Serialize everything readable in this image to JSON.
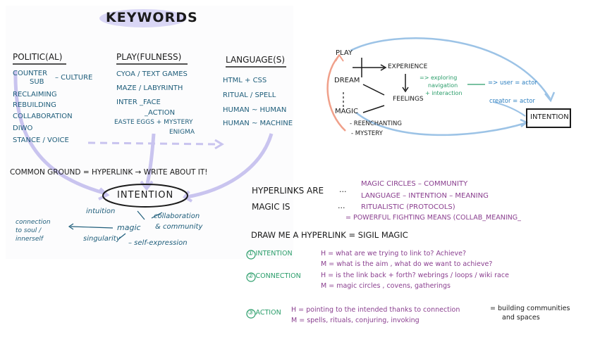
{
  "keywords": {
    "title": "KEYWORDS",
    "politic": {
      "heading": "POLITIC(AL)",
      "items": [
        "COUNTER",
        "SUB",
        "– CULTURE",
        "RECLAIMING",
        "REBUILDING",
        "COLLABORATION",
        "DIWO",
        "STANCE / VOICE"
      ]
    },
    "play": {
      "heading": "PLAY(FULNESS)",
      "items": [
        "CYOA / TEXT GAMES",
        "MAZE / LABYRINTH",
        "INTER _FACE",
        "_ACTION",
        "EASTE EGGS + MYSTERY",
        "ENIGMA"
      ]
    },
    "language": {
      "heading": "LANGUAGE(S)",
      "items": [
        "HTML + CSS",
        "RITUAL / SPELL",
        "HUMAN ~ HUMAN",
        "HUMAN ~ MACHINE"
      ]
    },
    "common_ground": "COMMON GROUND = HYPERLINK → WRITE ABOUT IT!",
    "intention": "INTENTION",
    "bottom": {
      "intuition": "intuition",
      "collab": "collaboration",
      "community": "& community",
      "magic": "magic",
      "connection": "connection",
      "to_soul": "to soul /",
      "innerself": "innerself",
      "singularity": "singularity",
      "self_expression": "– self-expression"
    }
  },
  "diagram": {
    "play": "PLAY",
    "dream": "DREAM",
    "magic": "MAGIC",
    "experience": "EXPERIENCE",
    "feelings": "FEELINGS",
    "exploring": "=> exploring",
    "navigation": "navigation",
    "interaction": "+ interaction",
    "user_actor": "=> user = actor",
    "creator_actor": "creator = actor",
    "reenchanting": "- REENCHANTING",
    "mystery": "- MYSTERY",
    "intention": "INTENTION"
  },
  "notes": {
    "hyperlinks_are": "HYPERLINKS ARE",
    "magic_is": "MAGIC IS",
    "dots1": "...",
    "dots2": "...",
    "r1": "MAGIC CIRCLES – COMMUNITY",
    "r2": "LANGUAGE – INTENTION – MEANING",
    "r3": "RITUALISTIC (PROTOCOLS)",
    "r4": "= POWERFUL FIGHTING MEANS (COLLAB_MEANING_",
    "draw": "DRAW ME A HYPERLINK = SIGIL MAGIC",
    "s1_label": "① INTENTION",
    "s1_h": "H = what are we trying to link to? Achieve?",
    "s1_m": "M = what is the aim , what do we want to achieve?",
    "s2_label": "② CONNECTION",
    "s2_h": "H = is the link back + forth? webrings / loops / wiki race",
    "s2_m": "M = magic circles , covens, gatherings",
    "s3_label": "③ ACTION",
    "s3_h": "H = pointing to the intended thanks to connection",
    "s3_m": "M = spells, rituals, conjuring, invoking",
    "s3_result1": "= building communities",
    "s3_result2": "and spaces"
  },
  "colors": {
    "teal": "#1e5d7a",
    "purple": "#8a3f8f",
    "green": "#2a9d6a",
    "lavender": "#c9c4ef",
    "light_blue": "#9cc3e6",
    "salmon": "#f0a08a"
  }
}
